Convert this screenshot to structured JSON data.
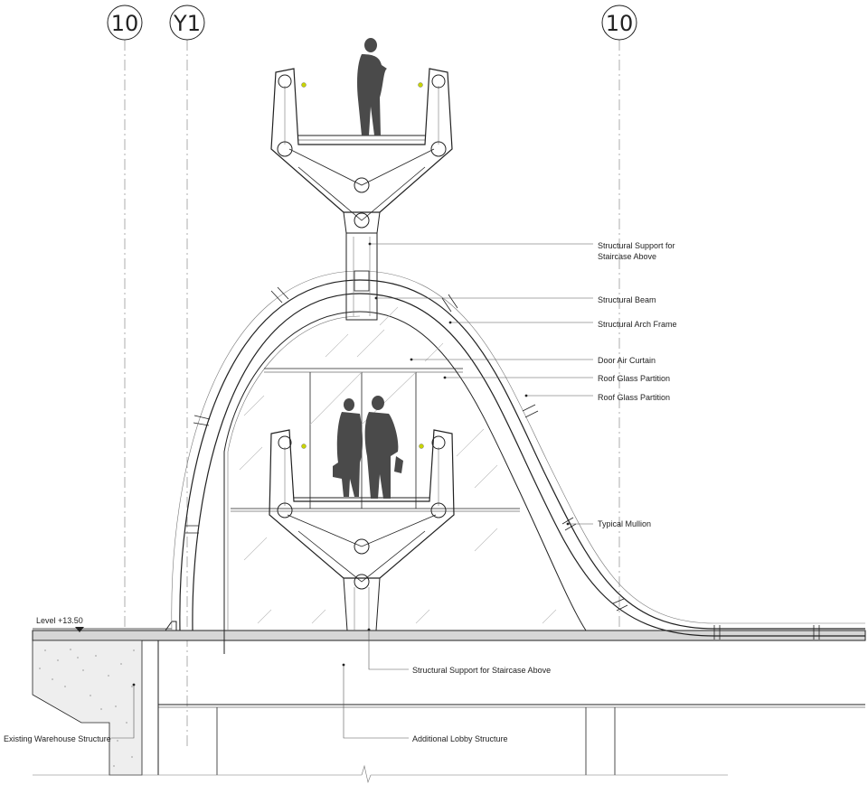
{
  "grid": {
    "left_marker": "10",
    "mid_marker": "Y1",
    "right_marker": "10"
  },
  "level": {
    "label": "Level +13.50"
  },
  "labels": {
    "support_upper_line1": "Structural Support for",
    "support_upper_line2": "Staircase Above",
    "beam": "Structural Beam",
    "arch_frame": "Structural Arch Frame",
    "air_curtain": "Door Air Curtain",
    "glass_partition_1": "Roof Glass Partition",
    "glass_partition_2": "Roof Glass Partition",
    "mullion": "Typical Mullion",
    "support_lower": "Structural Support for Staircase Above",
    "warehouse": "Existing Warehouse Structure",
    "lobby": "Additional Lobby Structure"
  },
  "colors": {
    "line": "#222222",
    "figure": "#4a4a4a",
    "slab": "#d6d6d6",
    "concrete": "#eeeeee"
  }
}
